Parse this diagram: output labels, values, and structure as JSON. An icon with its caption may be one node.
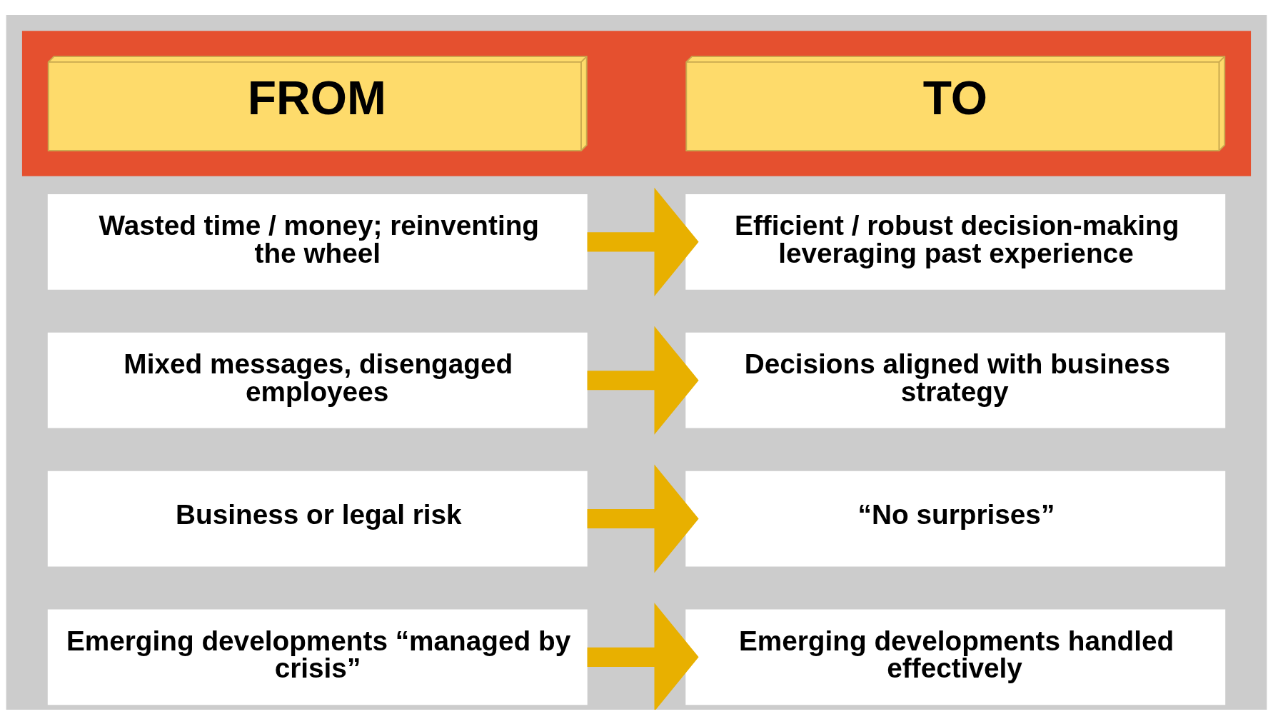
{
  "diagram": {
    "nodes": [
      {
        "text": [],
        "shape": "box"
      },
      {
        "text": [
          "FROM"
        ],
        "in": 0
      },
      {
        "text": [
          "TO"
        ],
        "in": 0
      },
      {
        "text": [
          "Wasted time / money; reinventing the wheel"
        ]
      },
      {
        "text": [
          "Efficient / robust decision-making leveraging past experience"
        ]
      },
      {
        "text": [
          "Mixed messages, disengaged employees"
        ]
      },
      {
        "text": [
          "Decisions aligned with business strategy"
        ]
      },
      {
        "text": [
          "Business or legal risk"
        ]
      },
      {
        "text": [
          "“No surprises”"
        ]
      },
      {
        "text": [
          "Emerging developments “managed by crisis”"
        ]
      },
      {
        "text": [
          "Emerging developments handled effectively"
        ]
      }
    ],
    "edges": [
      {
        "from": 3,
        "to": 4,
        "arrow": "to"
      },
      {
        "from": 5,
        "to": 6,
        "arrow": "to"
      },
      {
        "from": 7,
        "to": 8,
        "arrow": "to"
      },
      {
        "from": 9,
        "to": 10,
        "arrow": "to"
      }
    ]
  }
}
